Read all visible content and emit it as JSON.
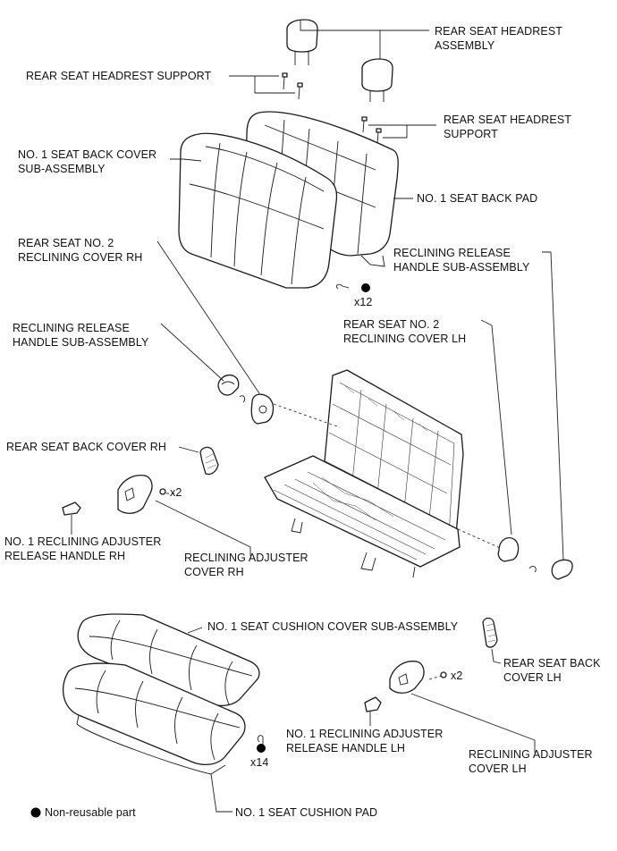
{
  "labels": {
    "rear_seat_headrest_assembly": [
      "REAR SEAT HEADREST",
      "ASSEMBLY"
    ],
    "rear_seat_headrest_support_left": [
      "REAR SEAT HEADREST SUPPORT"
    ],
    "rear_seat_headrest_support_right": [
      "REAR SEAT HEADREST",
      "SUPPORT"
    ],
    "no1_seat_back_cover_sub_assembly": [
      "NO. 1 SEAT BACK COVER",
      "SUB-ASSEMBLY"
    ],
    "no1_seat_back_pad": [
      "NO. 1 SEAT BACK PAD"
    ],
    "rear_seat_no2_reclining_cover_rh": [
      "REAR SEAT NO. 2",
      "RECLINING COVER RH"
    ],
    "reclining_release_handle_right": [
      "RECLINING RELEASE",
      "HANDLE SUB-ASSEMBLY"
    ],
    "rear_seat_no2_reclining_cover_lh": [
      "REAR SEAT NO. 2",
      "RECLINING COVER LH"
    ],
    "reclining_release_handle_left": [
      "RECLINING RELEASE",
      "HANDLE SUB-ASSEMBLY"
    ],
    "rear_seat_back_cover_rh": [
      "REAR SEAT BACK COVER RH"
    ],
    "no1_reclining_adjuster_release_handle_rh": [
      "NO. 1 RECLINING ADJUSTER",
      "RELEASE HANDLE RH"
    ],
    "reclining_adjuster_cover_rh": [
      "RECLINING ADJUSTER",
      "COVER RH"
    ],
    "no1_seat_cushion_cover_sub_assembly": [
      "NO. 1 SEAT CUSHION COVER SUB-ASSEMBLY"
    ],
    "rear_seat_back_cover_lh": [
      "REAR SEAT BACK",
      "COVER LH"
    ],
    "no1_reclining_adjuster_release_handle_lh": [
      "NO. 1 RECLINING ADJUSTER",
      "RELEASE HANDLE LH"
    ],
    "reclining_adjuster_cover_lh": [
      "RECLINING ADJUSTER",
      "COVER LH"
    ],
    "no1_seat_cushion_pad": [
      "NO. 1 SEAT CUSHION PAD"
    ]
  },
  "quantities": {
    "hog_ring_back": "x12",
    "screw_rh": "x2",
    "screw_lh": "x2",
    "hog_ring_cushion": "x14"
  },
  "legend": {
    "non_reusable": "Non-reusable part"
  },
  "colors": {
    "line": "#1a1a1a",
    "background": "#ffffff",
    "marker": "#000000"
  }
}
